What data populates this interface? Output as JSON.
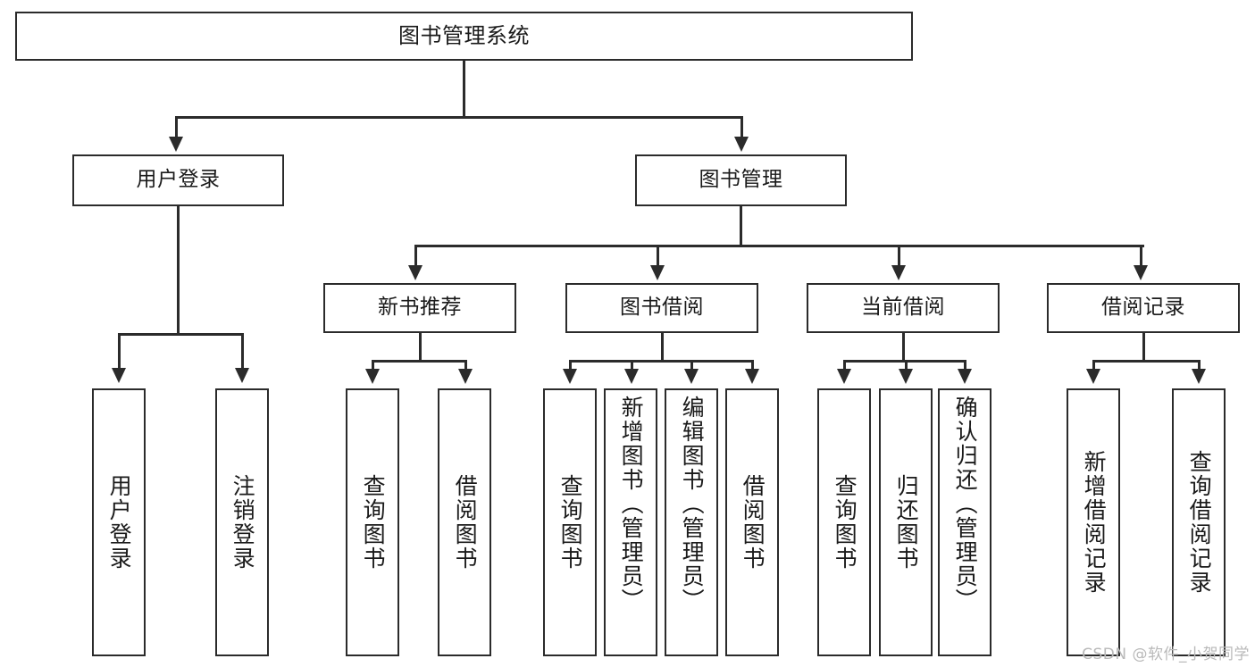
{
  "diagram": {
    "title": "图书管理系统",
    "type": "tree-hierarchy",
    "watermark": "CSDN @软件_小贺同学",
    "colors": {
      "stroke": "#2b2b2b",
      "fill": "#ffffff",
      "text": "#1a1a1a",
      "watermark": "#b9b9b9"
    },
    "levels": {
      "root": {
        "label": "图书管理系统"
      },
      "level1": [
        {
          "id": "user-login",
          "label": "用户登录"
        },
        {
          "id": "book-management",
          "label": "图书管理"
        }
      ],
      "level2": [
        {
          "id": "new-book-recommend",
          "label": "新书推荐",
          "parent": "book-management"
        },
        {
          "id": "book-borrow",
          "label": "图书借阅",
          "parent": "book-management"
        },
        {
          "id": "current-borrow",
          "label": "当前借阅",
          "parent": "book-management"
        },
        {
          "id": "borrow-record",
          "label": "借阅记录",
          "parent": "book-management"
        }
      ],
      "leaves": [
        {
          "id": "leaf-user-login",
          "label": "用户登录",
          "parent": "user-login"
        },
        {
          "id": "leaf-logout",
          "label": "注销登录",
          "parent": "user-login"
        },
        {
          "id": "leaf-query-book-1",
          "label": "查询图书",
          "parent": "new-book-recommend"
        },
        {
          "id": "leaf-borrow-book-1",
          "label": "借阅图书",
          "parent": "new-book-recommend"
        },
        {
          "id": "leaf-query-book-2",
          "label": "查询图书",
          "parent": "book-borrow"
        },
        {
          "id": "leaf-add-book",
          "label": "新增图书（管理员）",
          "parent": "book-borrow"
        },
        {
          "id": "leaf-edit-book",
          "label": "编辑图书（管理员）",
          "parent": "book-borrow"
        },
        {
          "id": "leaf-borrow-book-2",
          "label": "借阅图书",
          "parent": "book-borrow"
        },
        {
          "id": "leaf-query-book-3",
          "label": "查询图书",
          "parent": "current-borrow"
        },
        {
          "id": "leaf-return-book",
          "label": "归还图书",
          "parent": "current-borrow"
        },
        {
          "id": "leaf-confirm-return",
          "label": "确认归还（管理员）",
          "parent": "current-borrow"
        },
        {
          "id": "leaf-add-record",
          "label": "新增借阅记录",
          "parent": "borrow-record"
        },
        {
          "id": "leaf-query-record",
          "label": "查询借阅记录",
          "parent": "borrow-record"
        }
      ]
    }
  }
}
